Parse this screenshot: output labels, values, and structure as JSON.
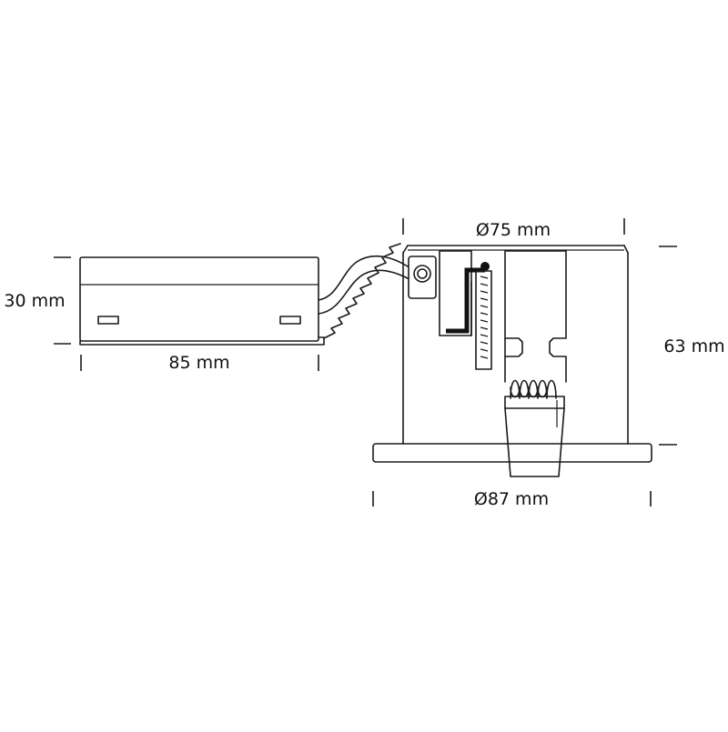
{
  "dimensions": {
    "driver_height": "30 mm",
    "driver_length": "85 mm",
    "body_diameter": "Ø75 mm",
    "bezel_diameter": "Ø87 mm",
    "fixture_height": "63 mm"
  },
  "colors": {
    "line": "#1a1a1a",
    "background": "#ffffff"
  }
}
